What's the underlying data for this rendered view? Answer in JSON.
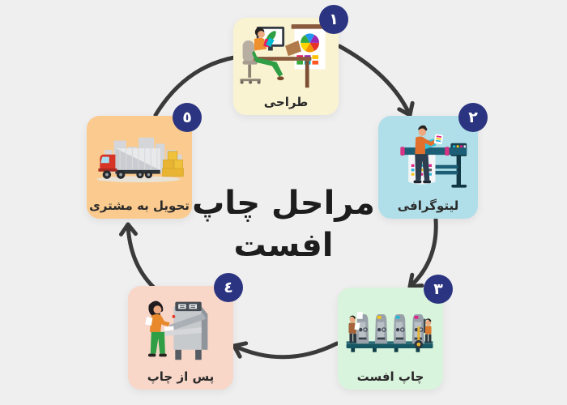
{
  "title": {
    "line1": "مراحل چاپ",
    "line2": "افست"
  },
  "colors": {
    "page-bg": "#efeff0",
    "badge": "#2b3480",
    "arrow": "#3a3a3a",
    "title": "#1d1d1d"
  },
  "steps": [
    {
      "number": "١",
      "label": "طراحی",
      "icon": "designer-at-desk-illustration",
      "card_color": "#faf3d2"
    },
    {
      "number": "٢",
      "label": "لیتوگرافی",
      "icon": "lithography-plotter-illustration",
      "card_color": "#b0dfe9"
    },
    {
      "number": "٣",
      "label": "چاپ افست",
      "icon": "offset-press-illustration",
      "card_color": "#d9f4dc"
    },
    {
      "number": "٤",
      "label": "پس از چاپ",
      "icon": "paper-cutting-machine-illustration",
      "card_color": "#f8d6c8"
    },
    {
      "number": "٥",
      "label": "تحویل به مشتری",
      "icon": "delivery-truck-illustration",
      "card_color": "#fbca8e"
    }
  ]
}
